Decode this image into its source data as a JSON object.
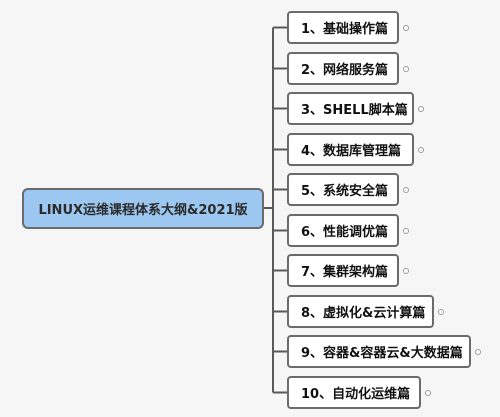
{
  "colors": {
    "root_fill": "#9cc7f0",
    "node_border": "#6b6b6b",
    "connector": "#5a5a5a",
    "background": "#f6f6f6"
  },
  "root": {
    "label": "LINUX运维课程体系大纲&2021版"
  },
  "topics": [
    {
      "label": "1、基础操作篇"
    },
    {
      "label": "2、网络服务篇"
    },
    {
      "label": "3、SHELL脚本篇"
    },
    {
      "label": "4、数据库管理篇"
    },
    {
      "label": "5、系统安全篇"
    },
    {
      "label": "6、性能调优篇"
    },
    {
      "label": "7、集群架构篇"
    },
    {
      "label": "8、虚拟化&云计算篇"
    },
    {
      "label": "9、容器&容器云&大数据篇"
    },
    {
      "label": "10、自动化运维篇"
    }
  ],
  "toggle_icon": "collapse-toggle-icon"
}
